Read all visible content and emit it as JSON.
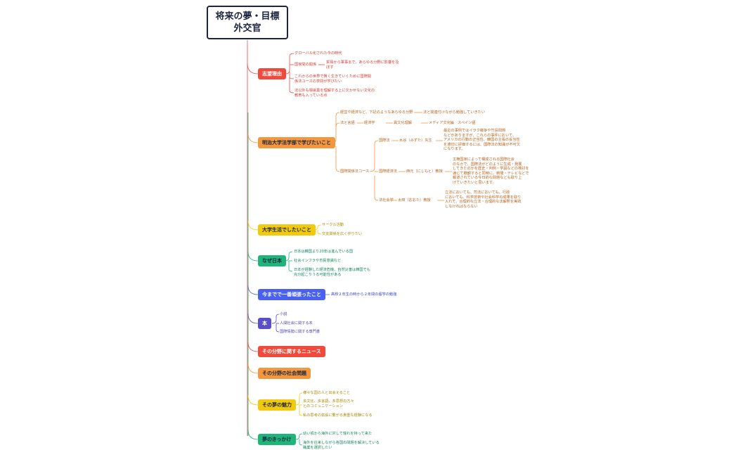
{
  "root": {
    "line1": "将来の夢・目標",
    "line2": "外交官"
  },
  "colors": {
    "red": "#f04a3c",
    "orange": "#f3973f",
    "yellow": "#f1c90e",
    "green": "#1db57a",
    "blue": "#4a60f0",
    "purple": "#5b4ec9",
    "trunk": "#28b478"
  },
  "branches": {
    "b1": "志望理由",
    "b2": "明治大学法学部で学びたいこと",
    "b3": "大学生活でしたいこと",
    "b4": "なぜ日本",
    "b5": "今までで一番頑張ったこと",
    "b6": "本",
    "b7": "その分野に関するニュース",
    "b8": "その分野の社会問題",
    "b9": "その夢の魅力",
    "b10": "夢のきっかけ"
  },
  "b1": {
    "l1": "グローバル化された今の時代",
    "l2": "国家間の関係",
    "l2a": "貿易から軍事まで、あらゆる分野に影響を及\nぼす",
    "l3": "これからの世界で賢く生きていくために国際関\n係法コースの学問が学びたい",
    "l4": "法以外も相言葉を理解する上に欠かせない文化の\n教育も入っている点"
  },
  "b2": {
    "l1": "経営や経済など、下記のようなあらゆる分野",
    "l1a": "法と関連付けながら勉強していきたい",
    "l2": "法と言語",
    "l2a": "経済学",
    "l2b": "異文化理解",
    "l2c": "メディア文化論",
    "l2d": "スペイン語",
    "l3": "国際関係法コース",
    "s1": "国際法",
    "s1a": "水谷（みずた）先生",
    "s1b": "最近の事例ではイラク戦争や竹島問題\nなどがありますが、これらの事件において、\nアメリカの行動の正当性、韓国の主張の妥当性\nを適切に評価するには、国際法の知識が不可欠\nになります。",
    "s2": "国際経済法",
    "s2a": "西元（にしもと）教授",
    "s2b": "主権国家によって構成される国際社会\nのなかで、国際法がどのように生成・発展\nしてきたのかを歴史・判例・学説などの検討を\n通じて概観すると同時に、新聞・テレビなどで\n報道されている今日的な問題なども取り上\nげていきたいと思います。",
    "s3": "法社会学",
    "s3a": "太田（おおた）教授",
    "s3b": "立法においても、司法においても、行政\nにおいても、科学技術や社会科学の成果を取り\n入れて、合理的な立法・合理的な法解釈を実践\nしなければならない"
  },
  "b3": {
    "l1": "サークル活動",
    "l2": "交友関係を広く作りたい"
  },
  "b4": {
    "l1": "日本は韓国より20年は進んでいる国",
    "l2": "社会インフラや市民意識など",
    "l3": "日本が経験した経済危機、自然災害は韓国でも\n充分起こりうる可能性がある"
  },
  "b5": {
    "l1": "高校２年生の時から２年間の留学の勉強"
  },
  "b6": {
    "l1": "小説",
    "l2": "人間社会に関する本",
    "l3": "国際情勢に関する専門書"
  },
  "b9": {
    "l1": "様々な国の人と出会えること",
    "l2": "多文化、多言語、多思想の方々\nとのコミュニケーション",
    "l3": "私の思考の拡張に繋がる貴重な経験になる"
  },
  "b10": {
    "l1": "幼い頃から海外に対して憧れを持って来た",
    "l2": "海外を往来しながら各国の問題を解決している\n職業を選択したい"
  }
}
